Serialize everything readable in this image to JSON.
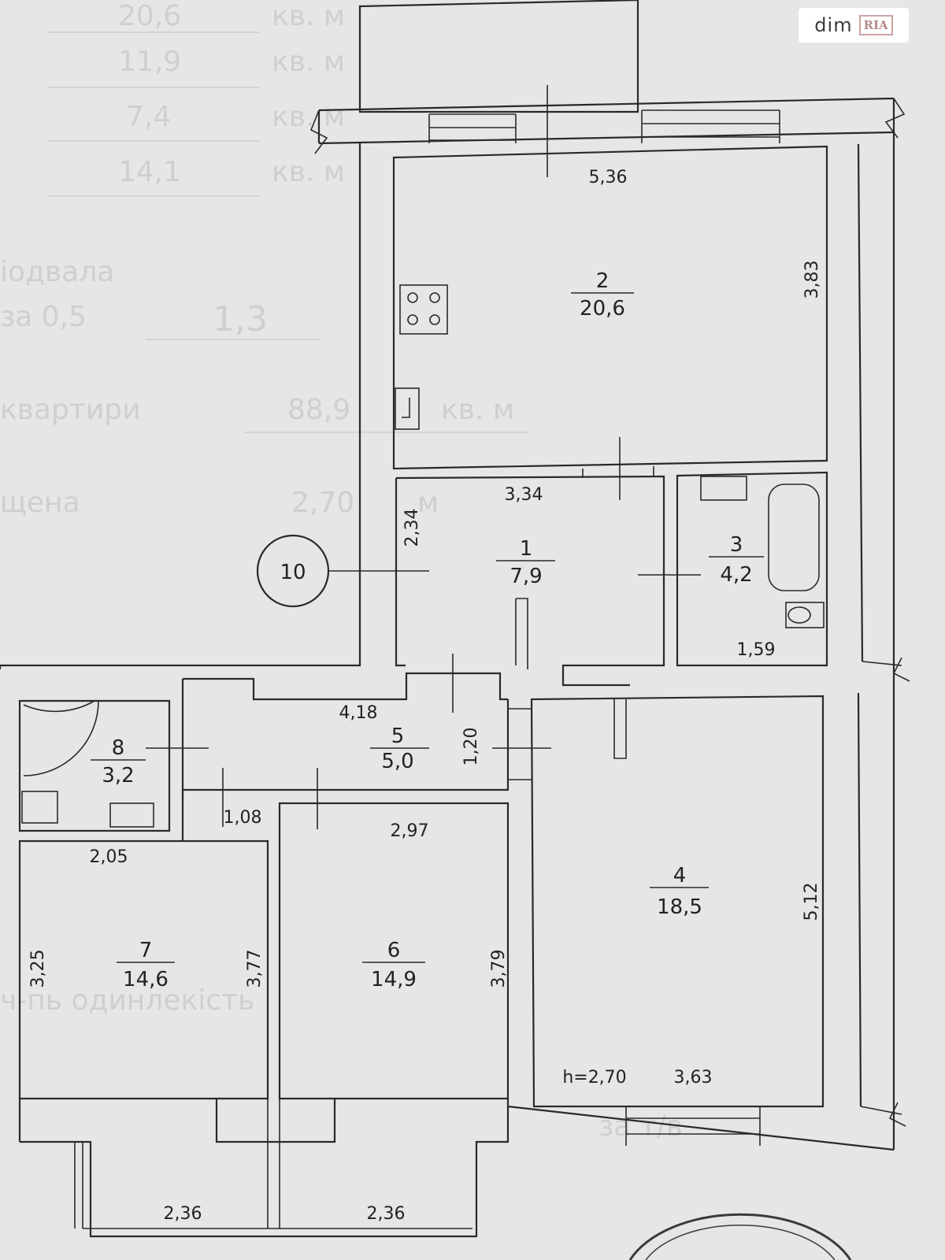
{
  "logo": {
    "brand": "dim",
    "badge": "RIA"
  },
  "background_text": [
    "20,6",
    "кв. м",
    "11,9",
    "кв. м",
    "7,4",
    "кв. м",
    "14,1",
    "кв. м",
    "іодвала",
    "за 0,5",
    "1,3",
    "квартири",
    "88,9",
    "кв. м",
    "щена",
    "2,70",
    "м",
    "ч-пь одинлекість",
    "за т/в"
  ],
  "entrance_marker": "10",
  "rooms": [
    {
      "id": "room-1",
      "number": "1",
      "area": "7,9"
    },
    {
      "id": "room-2",
      "number": "2",
      "area": "20,6"
    },
    {
      "id": "room-3",
      "number": "3",
      "area": "4,2"
    },
    {
      "id": "room-4",
      "number": "4",
      "area": "18,5"
    },
    {
      "id": "room-5",
      "number": "5",
      "area": "5,0"
    },
    {
      "id": "room-6",
      "number": "6",
      "area": "14,9"
    },
    {
      "id": "room-7",
      "number": "7",
      "area": "14,6"
    },
    {
      "id": "room-8",
      "number": "8",
      "area": "3,2"
    }
  ],
  "dimensions": {
    "kitchen_width": "5,36",
    "kitchen_depth": "3,83",
    "hall_width": "3,34",
    "hall_depth": "2,34",
    "bath_width": "1,59",
    "corridor_length": "4,18",
    "corridor_width": "1,20",
    "wc_depth": "1,08",
    "wc_width": "2,05",
    "room6_width": "2,97",
    "room6_depth": "3,79",
    "room7_depth_right": "3,77",
    "room7_depth_left": "3,25",
    "room4_depth": "5,12",
    "room4_width": "3,63",
    "ceiling_height": "h=2,70",
    "balcony_left": "2,36",
    "balcony_right": "2,36"
  }
}
